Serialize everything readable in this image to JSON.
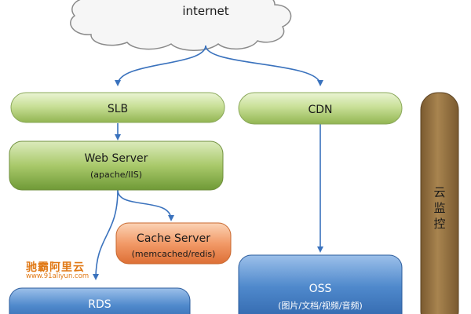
{
  "cloud": {
    "label": "internet"
  },
  "nodes": {
    "slb": {
      "label": "SLB"
    },
    "cdn": {
      "label": "CDN"
    },
    "web_server": {
      "label": "Web Server",
      "sublabel": "(apache/IIS)"
    },
    "cache_server": {
      "label": "Cache Server",
      "sublabel": "(memcached/redis)"
    },
    "rds": {
      "label": "RDS"
    },
    "oss": {
      "label": "OSS",
      "sublabel": "(图片/文档/视频/音频)"
    },
    "cloud_monitor": {
      "label": "云监控"
    }
  },
  "watermark": {
    "title": "驰霸阿里云",
    "url": "www.91aliyun.com"
  },
  "colors": {
    "green": "#a9c96a",
    "orange": "#ee8a55",
    "blue": "#3f7cc4",
    "brown": "#8e6a3d",
    "arrow": "#3a72bd"
  }
}
